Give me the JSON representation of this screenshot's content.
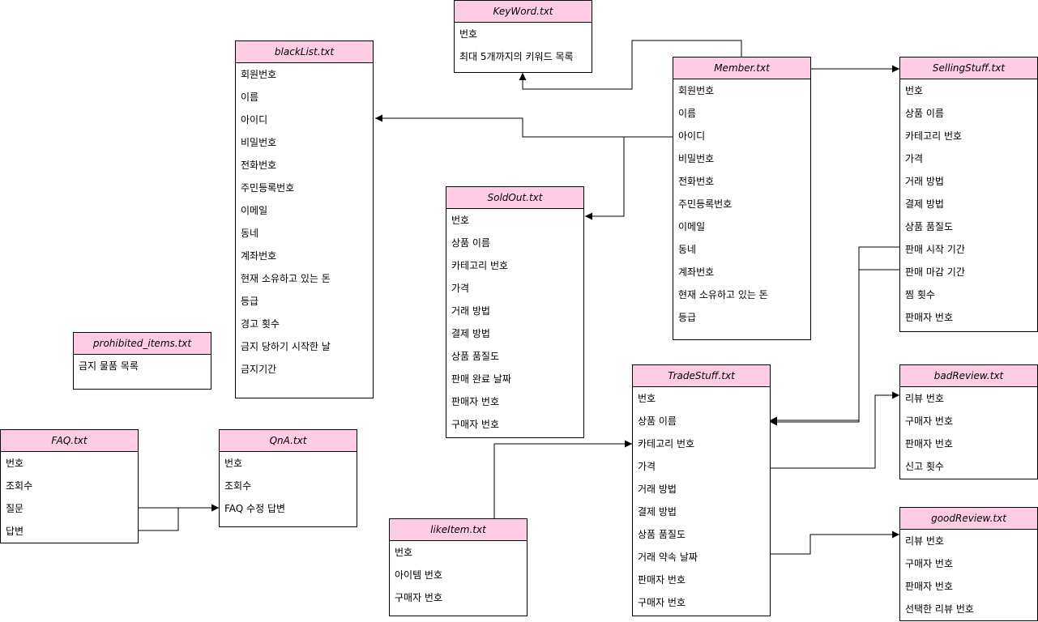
{
  "entities": [
    {
      "id": "keyword",
      "title": "KeyWord.txt",
      "fields": [
        "번호",
        "최대 5개까지의 키워드 목록"
      ]
    },
    {
      "id": "blacklist",
      "title": "blackList.txt",
      "fields": [
        "회원번호",
        "이름",
        "아이디",
        "비밀번호",
        "전화번호",
        "주민등록번호",
        "이메일",
        "동네",
        "계좌번호",
        "현재 소유하고 있는 돈",
        "등급",
        "경고 횟수",
        "금지 당하기 시작한 날",
        "금지기간"
      ]
    },
    {
      "id": "member",
      "title": "Member.txt",
      "fields": [
        "회원번호",
        "이름",
        "아이디",
        "비밀번호",
        "전화번호",
        "주민등록번호",
        "이메일",
        "동네",
        "계좌번호",
        "현재 소유하고 있는 돈",
        "등급"
      ]
    },
    {
      "id": "sellingstuff",
      "title": "SellingStuff.txt",
      "fields": [
        "번호",
        "상품 이름",
        "카테고리 번호",
        "가격",
        "거래 방법",
        "결제 방법",
        "상품 품질도",
        "판매 시작 기간",
        "판매 마감 기간",
        "찜 횟수",
        "판매자 번호"
      ]
    },
    {
      "id": "soldout",
      "title": "SoldOut.txt",
      "fields": [
        "번호",
        "상품 이름",
        "카테고리 번호",
        "가격",
        "거래 방법",
        "결제 방법",
        "상품 품질도",
        "판매 완료 날짜",
        "판매자 번호",
        "구매자 번호"
      ]
    },
    {
      "id": "prohibited",
      "title": "prohibited_items.txt",
      "fields": [
        "금지 물품 목록"
      ]
    },
    {
      "id": "tradestuff",
      "title": "TradeStuff.txt",
      "fields": [
        "번호",
        "상품 이름",
        "카테고리 번호",
        "가격",
        "거래 방법",
        "결제 방법",
        "상품 품질도",
        "거래 약속 날짜",
        "판매자 번호",
        "구매자 번호"
      ]
    },
    {
      "id": "badreview",
      "title": "badReview.txt",
      "fields": [
        "리뷰 번호",
        "구매자 번호",
        "판매자 번호",
        "신고 횟수"
      ]
    },
    {
      "id": "faq",
      "title": "FAQ.txt",
      "fields": [
        "번호",
        "조회수",
        "질문",
        "답변"
      ]
    },
    {
      "id": "qna",
      "title": "QnA.txt",
      "fields": [
        "번호",
        "조회수",
        "FAQ 수정 답변"
      ]
    },
    {
      "id": "likeitem",
      "title": "likeItem.txt",
      "fields": [
        "번호",
        "아이템 번호",
        "구매자 번호"
      ]
    },
    {
      "id": "goodreview",
      "title": "goodReview.txt",
      "fields": [
        "리뷰 번호",
        "구매자 번호",
        "판매자 번호",
        "선택한 리뷰 번호"
      ]
    }
  ],
  "relationships": [
    {
      "from": "member",
      "to": "keyword"
    },
    {
      "from": "member",
      "to": "blacklist"
    },
    {
      "from": "member",
      "to": "soldout"
    },
    {
      "from": "member",
      "to": "sellingstuff"
    },
    {
      "from": "sellingstuff",
      "to": "tradestuff"
    },
    {
      "from": "tradestuff",
      "to": "badreview"
    },
    {
      "from": "tradestuff",
      "to": "goodreview"
    },
    {
      "from": "faq",
      "to": "qna"
    },
    {
      "from": "likeitem",
      "to": "tradestuff"
    }
  ],
  "colors": {
    "header": "#ffcce6",
    "border": "#000000",
    "background": "#ffffff"
  }
}
